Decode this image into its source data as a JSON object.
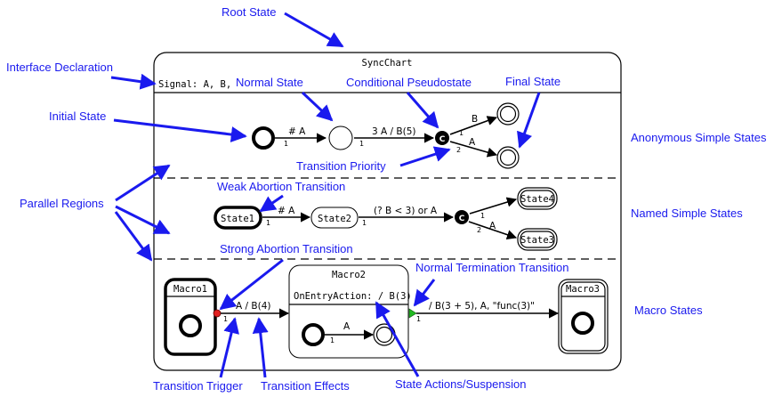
{
  "root": {
    "title": "SyncChart",
    "interface": "Signal: A, B,"
  },
  "annotations": {
    "root_state": "Root State",
    "interface_declaration": "Interface Declaration",
    "normal_state": "Normal State",
    "conditional_pseudostate": "Conditional Pseudostate",
    "final_state": "Final State",
    "initial_state": "Initial State",
    "anonymous_simple_states": "Anonymous Simple States",
    "transition_priority": "Transition Priority",
    "weak_abortion_transition": "Weak Abortion Transition",
    "parallel_regions": "Parallel Regions",
    "named_simple_states": "Named Simple States",
    "strong_abortion_transition": "Strong Abortion Transition",
    "normal_termination_transition": "Normal Termination Transition",
    "macro_states": "Macro States",
    "transition_trigger": "Transition Trigger",
    "transition_effects": "Transition Effects",
    "state_actions_suspension": "State Actions/Suspension"
  },
  "region1": {
    "t_initial_normal": "# A",
    "t_normal_cond": "3 A / B(5)",
    "t_cond_final_top": "B",
    "t_cond_final_bottom": "A",
    "cond_label": "C",
    "prio_1": "1",
    "prio_1b": "1",
    "prio_c1": "1",
    "prio_c2": "2"
  },
  "region2": {
    "state1": "State1",
    "state2": "State2",
    "state3": "State3",
    "state4": "State4",
    "t_state1_state2": "# A",
    "t_state2_cond": "(? B < 3) or A",
    "t_cond_state3": "A",
    "cond_label": "C",
    "prio_1": "1",
    "prio_1b": "1",
    "prio_c1": "1",
    "prio_c2": "2"
  },
  "region3": {
    "macro1": "Macro1",
    "macro2": "Macro2",
    "macro3": "Macro3",
    "macro2_action": "OnEntryAction: / B(3)",
    "t_macro1_macro2": "A / B(4)",
    "t_inner": "A",
    "t_macro2_macro3": "/ B(3 + 5), A, \"func(3)\"",
    "prio_1": "1",
    "prio_1b": "1",
    "prio_1c": "1"
  },
  "colors": {
    "annotation": "#1a1aee",
    "strong_abort": "#e02020",
    "normal_term": "#22bb22"
  }
}
